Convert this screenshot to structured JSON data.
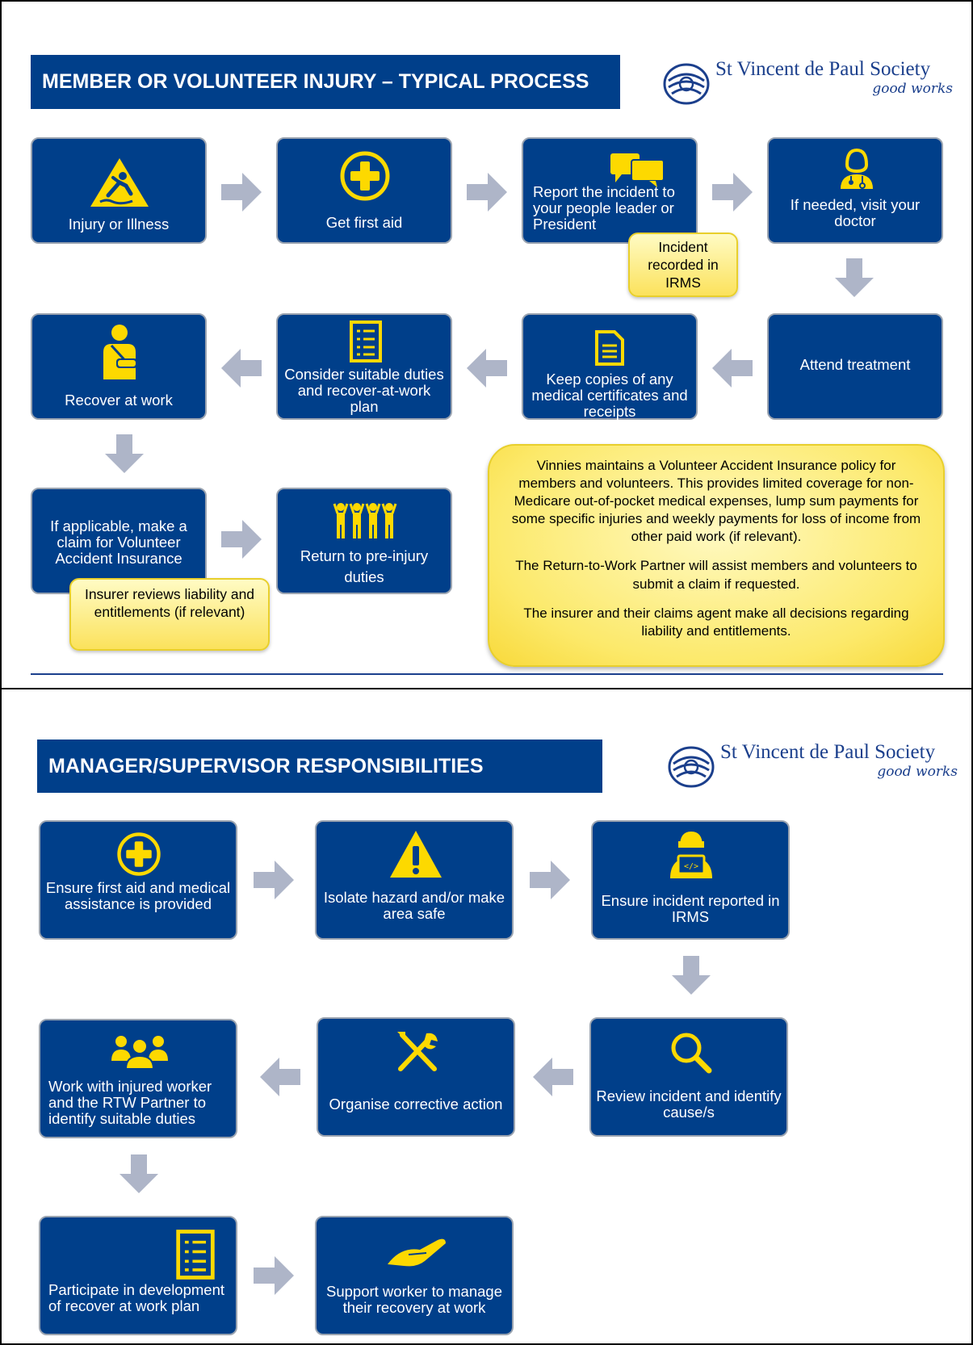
{
  "panel1": {
    "title": "MEMBER OR VOLUNTEER INJURY – TYPICAL PROCESS",
    "logo": {
      "name": "St Vincent de Paul Society",
      "tagline": "good works"
    },
    "steps": [
      {
        "label": "Injury or Illness",
        "icon": "wet-floor-fall-icon"
      },
      {
        "label": "Get first aid",
        "icon": "first-aid-cross-icon"
      },
      {
        "label": "Report the incident to your people leader or President",
        "icon": "speech-bubbles-icon"
      },
      {
        "label": "If needed, visit your doctor",
        "icon": "doctor-icon"
      },
      {
        "label": "Attend treatment"
      },
      {
        "label": "Keep copies of any medical certificates and receipts",
        "icon": "document-icon"
      },
      {
        "label": "Consider suitable duties and recover-at-work plan",
        "icon": "checklist-icon"
      },
      {
        "label": "Recover at work",
        "icon": "arm-sling-icon"
      },
      {
        "label": "If applicable, make a claim for Volunteer Accident Insurance"
      },
      {
        "label": "Return to pre-injury duties",
        "icon": "people-celebrating-icon"
      }
    ],
    "notes": {
      "irms": "Incident recorded in IRMS",
      "insurer": "Insurer reviews liability and entitlements (if relevant)"
    },
    "info": {
      "p1": "Vinnies maintains a Volunteer Accident Insurance policy for members and volunteers. This provides limited coverage for non-Medicare out-of-pocket medical expenses, lump sum payments for some specific injuries and weekly payments for loss of income from other paid work (if relevant).",
      "p2": "The Return-to-Work Partner will assist members and volunteers to submit a claim if requested.",
      "p3": "The insurer and their claims agent make all decisions regarding liability and entitlements."
    }
  },
  "panel2": {
    "title": "MANAGER/SUPERVISOR RESPONSIBILITIES",
    "logo": {
      "name": "St Vincent de Paul Society",
      "tagline": "good works"
    },
    "steps": [
      {
        "label": "Ensure first aid and medical assistance is provided",
        "icon": "first-aid-cross-icon"
      },
      {
        "label": "Isolate hazard and/or make area safe",
        "icon": "warning-triangle-icon"
      },
      {
        "label": "Ensure incident reported in IRMS",
        "icon": "computer-user-icon"
      },
      {
        "label": "Review incident and identify cause/s",
        "icon": "magnifier-icon"
      },
      {
        "label": "Organise corrective action",
        "icon": "tools-icon"
      },
      {
        "label": "Work with injured worker and the RTW Partner to identify suitable duties",
        "icon": "group-icon"
      },
      {
        "label": "Participate in development of recover at work plan",
        "icon": "checklist-icon"
      },
      {
        "label": "Support worker to manage their recovery at work",
        "icon": "helping-hand-icon"
      }
    ]
  },
  "colors": {
    "navy": "#003f8a",
    "yellow": "#fdd900",
    "arrow_grey": "#aeb5c8",
    "note_yellow": "#fce96a"
  }
}
